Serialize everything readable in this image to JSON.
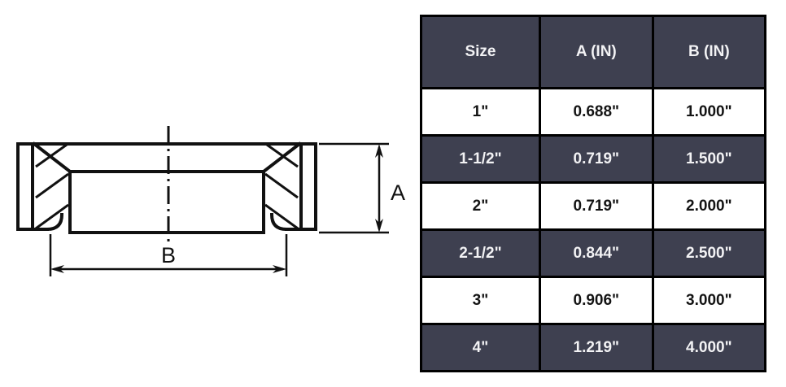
{
  "drawing": {
    "title": "sanitary-ferrule-cross-section",
    "dimension_labels": {
      "height": "A",
      "width": "B"
    },
    "colors": {
      "line": "#111111",
      "background": "#ffffff"
    }
  },
  "table": {
    "headers": [
      "Size",
      "A (IN)",
      "B (IN)"
    ],
    "colors": {
      "header_background": "#3e4050",
      "header_text": "#f2f2f4",
      "row_dark_background": "#3e4050",
      "row_dark_text": "#f2f2f4",
      "row_light_background": "#ffffff",
      "row_light_text": "#141414",
      "border": "#000000"
    },
    "rows": [
      {
        "size": "1\"",
        "a": "0.688\"",
        "b": "1.000\"",
        "style": "light"
      },
      {
        "size": "1-1/2\"",
        "a": "0.719\"",
        "b": "1.500\"",
        "style": "dark"
      },
      {
        "size": "2\"",
        "a": "0.719\"",
        "b": "2.000\"",
        "style": "light"
      },
      {
        "size": "2-1/2\"",
        "a": "0.844\"",
        "b": "2.500\"",
        "style": "dark"
      },
      {
        "size": "3\"",
        "a": "0.906\"",
        "b": "3.000\"",
        "style": "light"
      },
      {
        "size": "4\"",
        "a": "1.219\"",
        "b": "4.000\"",
        "style": "dark"
      }
    ]
  }
}
